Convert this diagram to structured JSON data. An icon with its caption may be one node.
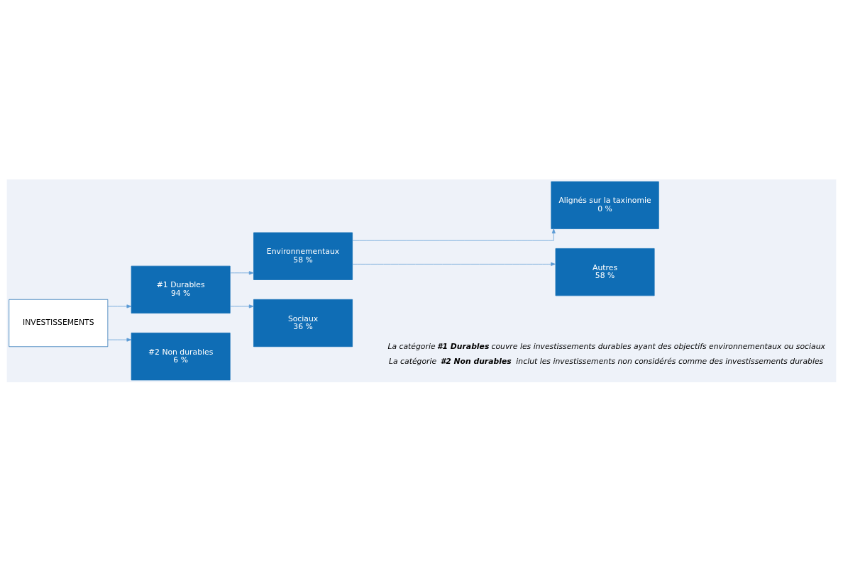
{
  "diagram": {
    "nodes": [
      {
        "text": [
          "INVESTISSEMENTS"
        ]
      },
      {
        "text": [
          "#1 Durables",
          "94 %"
        ]
      },
      {
        "text": [
          "#2 Non durables",
          "6 %"
        ]
      },
      {
        "text": [
          "Environnementaux",
          "58 %"
        ]
      },
      {
        "text": [
          "Sociaux",
          "36 %"
        ]
      },
      {
        "text": [
          "Alignés sur la taxinomie",
          "0 %"
        ]
      },
      {
        "text": [
          "Autres",
          "58 %"
        ]
      }
    ],
    "edges": [
      {
        "from": 0,
        "to": 1,
        "arrow": "to"
      },
      {
        "from": 0,
        "to": 2,
        "arrow": "to"
      },
      {
        "from": 1,
        "to": 3,
        "arrow": "to"
      },
      {
        "from": 1,
        "to": 4,
        "arrow": "to"
      },
      {
        "from": 3,
        "to": 5,
        "arrow": "to"
      },
      {
        "from": 3,
        "to": 6,
        "arrow": "to"
      }
    ],
    "labels": [
      "La catégorie **#1 Durables** couvre les investissements durables ayant des objectifs environnementaux ou sociaux",
      "La catégorie **#2 Non durables** inclut les investissements non considérés comme des investissements durables"
    ]
  }
}
